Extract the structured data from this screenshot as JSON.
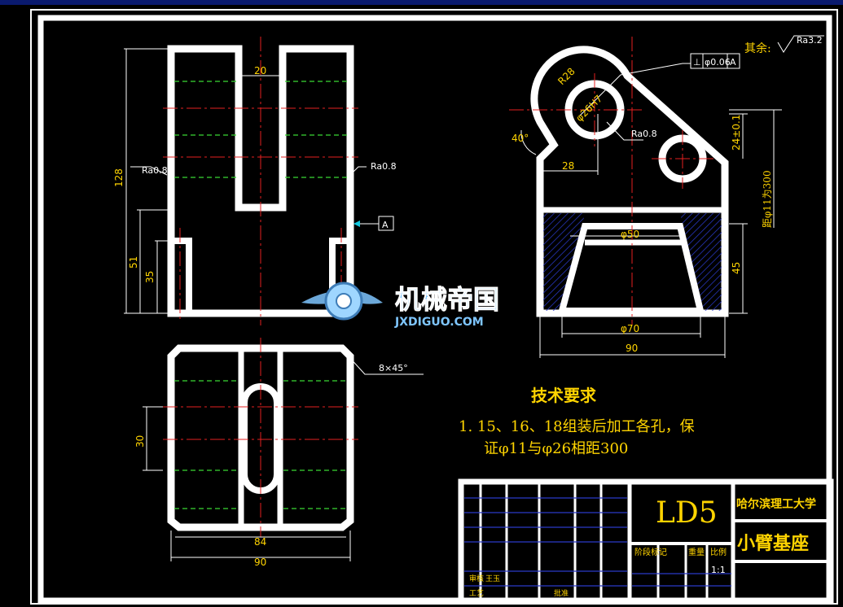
{
  "drawing": {
    "allowance_label": "其余:",
    "roughness_rest": "Ra3.2",
    "roughness_mark": "Ra0.8",
    "datum": "A",
    "tolerance": {
      "symbol": "⊥",
      "value": "φ0.06",
      "datum": "A"
    },
    "front_view": {
      "dims": {
        "slot_width": "20",
        "height_total": "128",
        "h51": "51",
        "h35": "35"
      }
    },
    "side_view": {
      "dims": {
        "r28": "R28",
        "bore": "φ26H7",
        "angle": "40°",
        "offset": "28",
        "tol": "24±0.1",
        "center_dist": "距φ11为300",
        "d50": "φ50",
        "d70": "φ70",
        "w90": "90",
        "h45": "45"
      }
    },
    "top_view": {
      "dims": {
        "chamfer": "8×45°",
        "h30": "30",
        "w84": "84",
        "w90": "90"
      }
    },
    "tech_req": {
      "title": "技术要求",
      "line1": "1. 15、16、18组装后加工各孔，保",
      "line2": "证φ11与φ26相距300"
    },
    "title_block": {
      "drawing_no": "LD5",
      "school": "哈尔滨理工大学",
      "part_name": "小臂基座",
      "stage_label": "阶段标记",
      "weight_label": "重量",
      "scale_label": "比例",
      "scale_value": "1:1",
      "review": "审核",
      "reviewer": "王玉",
      "process": "工艺",
      "approve": "批准"
    },
    "watermark": {
      "cn": "机械帝国",
      "en": "JXDIGUO.COM"
    }
  }
}
